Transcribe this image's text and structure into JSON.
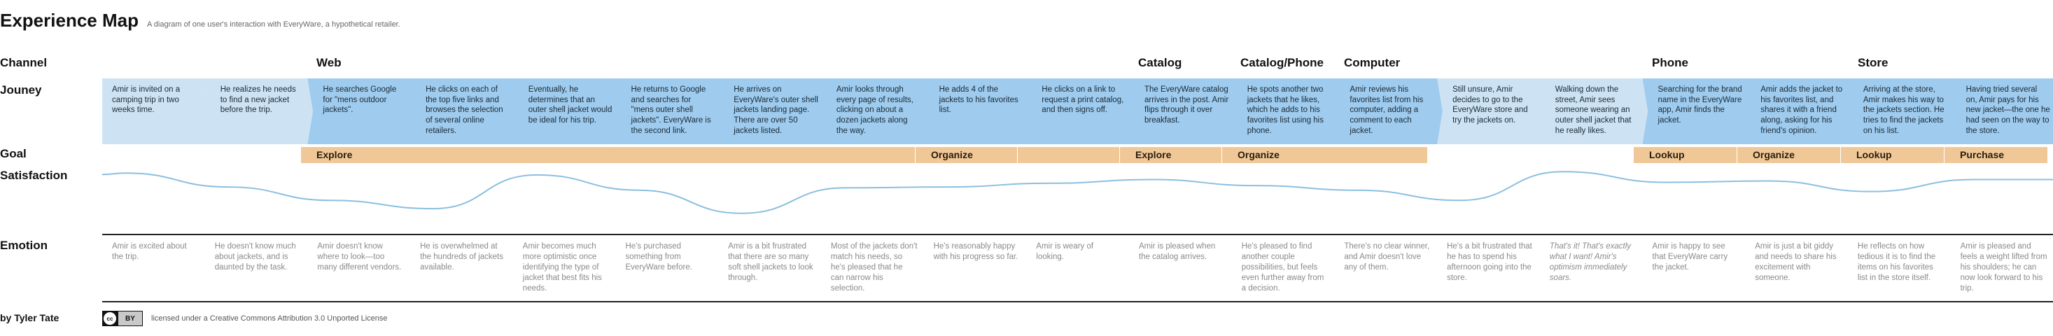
{
  "title": "Experience Map",
  "subtitle": "A diagram of one user's interaction with EveryWare, a hypothetical retailer.",
  "row_labels": {
    "channel": "Channel",
    "journey": "Jouney",
    "goal": "Goal",
    "satisfaction": "Satisfaction",
    "emotion": "Emotion"
  },
  "channels": [
    "Web",
    "Catalog",
    "Catalog/Phone",
    "Computer",
    "Phone",
    "Store"
  ],
  "steps": [
    "Amir is invited on a camping trip in two weeks time.",
    "He realizes he needs to find a new jacket before the trip.",
    "He searches Google for \"mens outdoor jackets\".",
    "He clicks on each of the top five links and browses the selection of several online retailers.",
    "Eventually, he determines that an outer shell jacket would be ideal for his trip.",
    "He returns to Google and searches for \"mens outer shell jackets\". EveryWare is the second link.",
    "He arrives on EveryWare's outer shell jackets landing page. There are over 50 jackets listed.",
    "Amir looks through every page of results, clicking on about a dozen jackets along the way.",
    "He adds 4 of the jackets to his favorites list.",
    "He clicks on a link to request a print catalog, and then signs off.",
    "The EveryWare catalog arrives in the post. Amir flips through it over breakfast.",
    "He spots another two jackets that he likes, which he adds to his favorites list using his phone.",
    "Amir reviews his favorites list from his computer, adding a comment to each jacket.",
    "Still unsure, Amir decides to go to the EveryWare store and try the jackets on.",
    "Walking down the street, Amir sees someone wearing an outer shell jacket that he really likes.",
    "Searching for the brand name in the EveryWare app, Amir finds the jacket.",
    "Amir adds the jacket to his favorites list, and shares it with a friend along, asking for his friend's opinion.",
    "Arriving at the  store, Amir makes his way to the jackets section. He tries to find the jackets on his list.",
    "Having tried several on, Amir pays for his new jacket—the one he had seen on the way to the store."
  ],
  "goals": [
    "Explore",
    "Organize",
    "Explore",
    "Organize",
    "Lookup",
    "Organize",
    "Lookup",
    "Purchase"
  ],
  "emotions": [
    "Amir is excited about the trip.",
    "He doesn't know much about jackets, and is daunted by the task.",
    "Amir doesn't know where to look—too many different vendors.",
    "He is overwhelmed at the hundreds of jackets available.",
    "Amir becomes much more optimistic once identifying the type of jacket that best fits his needs.",
    "He's purchased something from EveryWare before.",
    "Amir is a bit frustrated that there are so many soft shell jackets to look through.",
    "Most of the jackets don't match his needs, so he's pleased that he can narrow his selection.",
    "He's reasonably happy with his progress so far.",
    "Amir is weary of looking.",
    "Amir is pleased when the catalog arrives.",
    "He's pleased to find another couple possibilities, but feels even further away from a decision.",
    "There's no clear winner, and Amir doesn't love any of them.",
    "He's a bit frustrated that he has to spend his afternoon going into the store.",
    "That's it! That's exactly what I want! Amir's optimism immediately soars.",
    "Amir is happy to see that EveryWare carry the jacket.",
    "Amir is just a bit giddy and needs to share his excitement with someone.",
    "He reflects on how tedious it is to find the items on his favorites list in the store itself.",
    "Amir is pleased and feels a weight lifted from his shoulders; he can now look forward to his trip."
  ],
  "satisfaction_levels": [
    0.92,
    0.62,
    0.33,
    0.15,
    0.88,
    0.55,
    0.05,
    0.6,
    0.62,
    0.7,
    0.78,
    0.65,
    0.55,
    0.33,
    0.95,
    0.72,
    0.75,
    0.52,
    0.78
  ],
  "colors": {
    "step_light": "#cde3f4",
    "step_dark": "#9ecbee",
    "goal": "#f0c898",
    "curve": "#8bbfe0"
  },
  "footer": {
    "author": "by Tyler Tate",
    "cc_badge": "cc",
    "cc_by": "BY",
    "license": "licensed under a Creative Commons Attribution 3.0 Unported License"
  }
}
